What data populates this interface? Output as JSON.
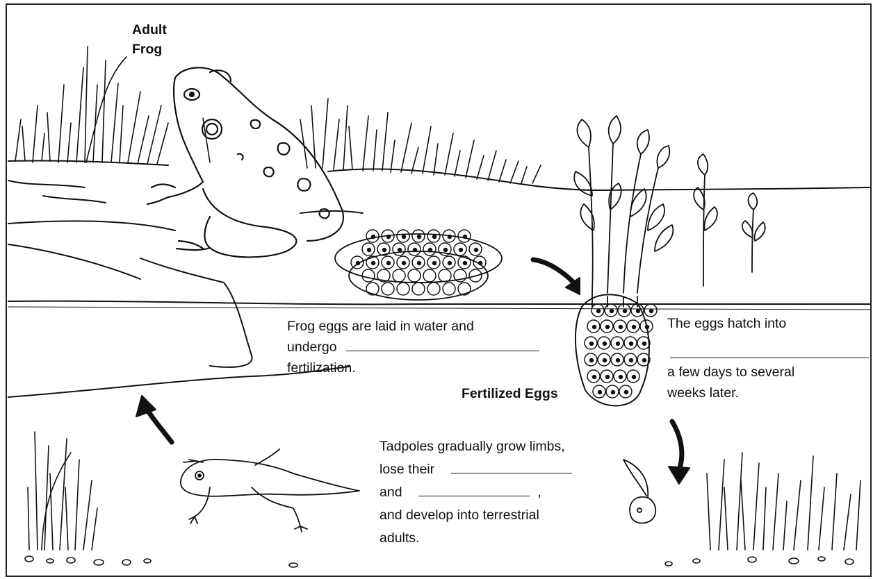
{
  "labels": {
    "adult_frog_line1": "Adult",
    "adult_frog_line2": "Frog",
    "fertilized_eggs": "Fertilized Eggs"
  },
  "captions": {
    "eggs_laid": {
      "line1": "Frog eggs are laid in water and",
      "line2": "undergo",
      "line3": "fertilization."
    },
    "eggs_hatch": {
      "line1": "The eggs hatch into",
      "line2": "a few days to several",
      "line3": "weeks later."
    },
    "tadpoles": {
      "line1": "Tadpoles gradually grow limbs,",
      "line2": "lose their",
      "line3": "and",
      "line3_suffix": ",",
      "line4": "and develop into terrestrial",
      "line5": "adults."
    }
  },
  "colors": {
    "ink": "#111111",
    "paper": "#ffffff"
  }
}
